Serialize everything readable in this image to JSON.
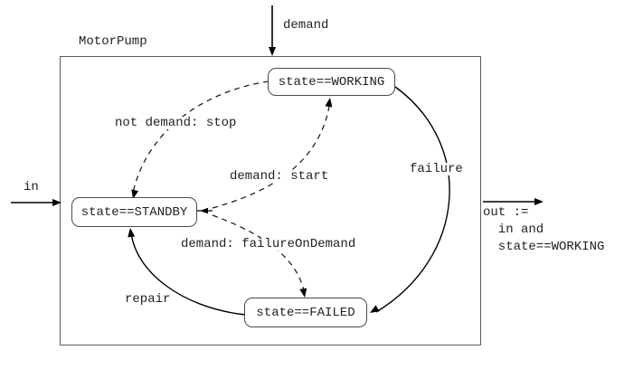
{
  "diagram": {
    "component_label": "MotorPump",
    "states": [
      {
        "id": "working",
        "label": "state==WORKING"
      },
      {
        "id": "standby",
        "label": "state==STANDBY"
      },
      {
        "id": "failed",
        "label": "state==FAILED"
      }
    ],
    "transitions": [
      {
        "id": "stop",
        "label": "not demand: stop",
        "from": "working",
        "to": "standby",
        "style": "dashed"
      },
      {
        "id": "start",
        "label": "demand: start",
        "from": "standby",
        "to": "working",
        "style": "dashed"
      },
      {
        "id": "failure-on-demand",
        "label": "demand: failureOnDemand",
        "from": "standby",
        "to": "failed",
        "style": "dashed"
      },
      {
        "id": "failure",
        "label": "failure",
        "from": "working",
        "to": "failed",
        "style": "solid"
      },
      {
        "id": "repair",
        "label": "repair",
        "from": "failed",
        "to": "standby",
        "style": "solid"
      }
    ],
    "input_ports": [
      {
        "name": "demand"
      },
      {
        "name": "in"
      }
    ],
    "output_expression": {
      "lines": [
        "out :=",
        "  in and",
        "  state==WORKING"
      ]
    }
  },
  "colors": {
    "background": "#ffffff",
    "line": "#000000",
    "text": "#1f1f1f",
    "state_border": "#4a4a4a",
    "container_border": "#5a5a5a"
  }
}
